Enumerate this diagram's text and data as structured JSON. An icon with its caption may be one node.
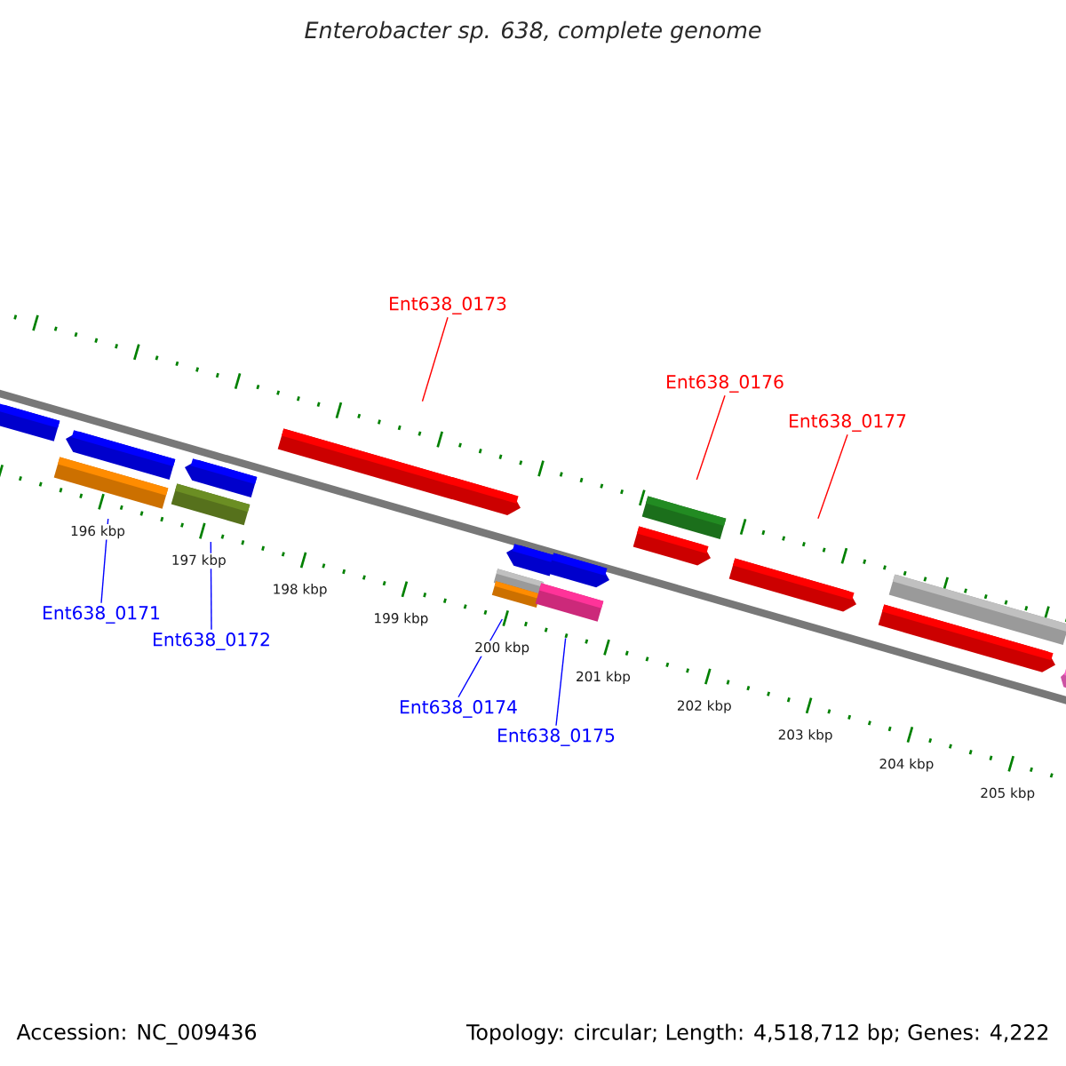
{
  "diagram": {
    "title": "Enterobacter sp. 638, complete genome",
    "nodes": [
      {
        "text": [],
        "shape": "arrow"
      },
      {
        "text": [],
        "shape": "arrow"
      },
      {
        "text": [],
        "shape": "bar"
      },
      {
        "text": [],
        "shape": "arrow"
      },
      {
        "text": [],
        "shape": "bar"
      },
      {
        "text": [],
        "shape": "arrow"
      },
      {
        "text": [],
        "shape": "arrow"
      },
      {
        "text": [],
        "shape": "arrow"
      },
      {
        "text": [],
        "shape": "bar"
      },
      {
        "text": [],
        "shape": "bar"
      },
      {
        "text": [],
        "shape": "bar"
      },
      {
        "text": [],
        "shape": "bar"
      },
      {
        "text": [],
        "shape": "arrow"
      },
      {
        "text": [],
        "shape": "arrow"
      },
      {
        "text": [],
        "shape": "bar"
      },
      {
        "text": [],
        "shape": "arrow"
      },
      {
        "text": [],
        "shape": "arrow"
      },
      {
        "text": [
          "Ent638_0173"
        ]
      },
      {
        "text": [
          "Ent638_0176"
        ]
      },
      {
        "text": [
          "Ent638_0177"
        ]
      },
      {
        "text": [
          "Ent638_0171"
        ]
      },
      {
        "text": [
          "Ent638_0172"
        ]
      },
      {
        "text": [
          "Ent638_0174"
        ]
      },
      {
        "text": [
          "Ent638_0175"
        ]
      }
    ],
    "edges": [
      {
        "from": 17,
        "to": 5,
        "arrow": "none",
        "color": "#ff0000"
      },
      {
        "from": 18,
        "to": 11,
        "arrow": "none",
        "color": "#ff0000"
      },
      {
        "from": 19,
        "to": 13,
        "arrow": "none",
        "color": "#ff0000"
      },
      {
        "from": 20,
        "to": 2,
        "arrow": "none"
      },
      {
        "from": 21,
        "to": 4,
        "arrow": "none"
      },
      {
        "from": 22,
        "to": 9,
        "arrow": "none"
      },
      {
        "from": 23,
        "to": 10,
        "arrow": "none"
      }
    ],
    "labels": [
      "196 kbp",
      "197 kbp",
      "198 kbp",
      "199 kbp",
      "200 kbp",
      "201 kbp",
      "202 kbp",
      "203 kbp",
      "204 kbp",
      "205 kbp",
      "Accession: NC_009436",
      "Topology: circular; Length: 4,518,712 bp; Genes: 4,222"
    ]
  }
}
